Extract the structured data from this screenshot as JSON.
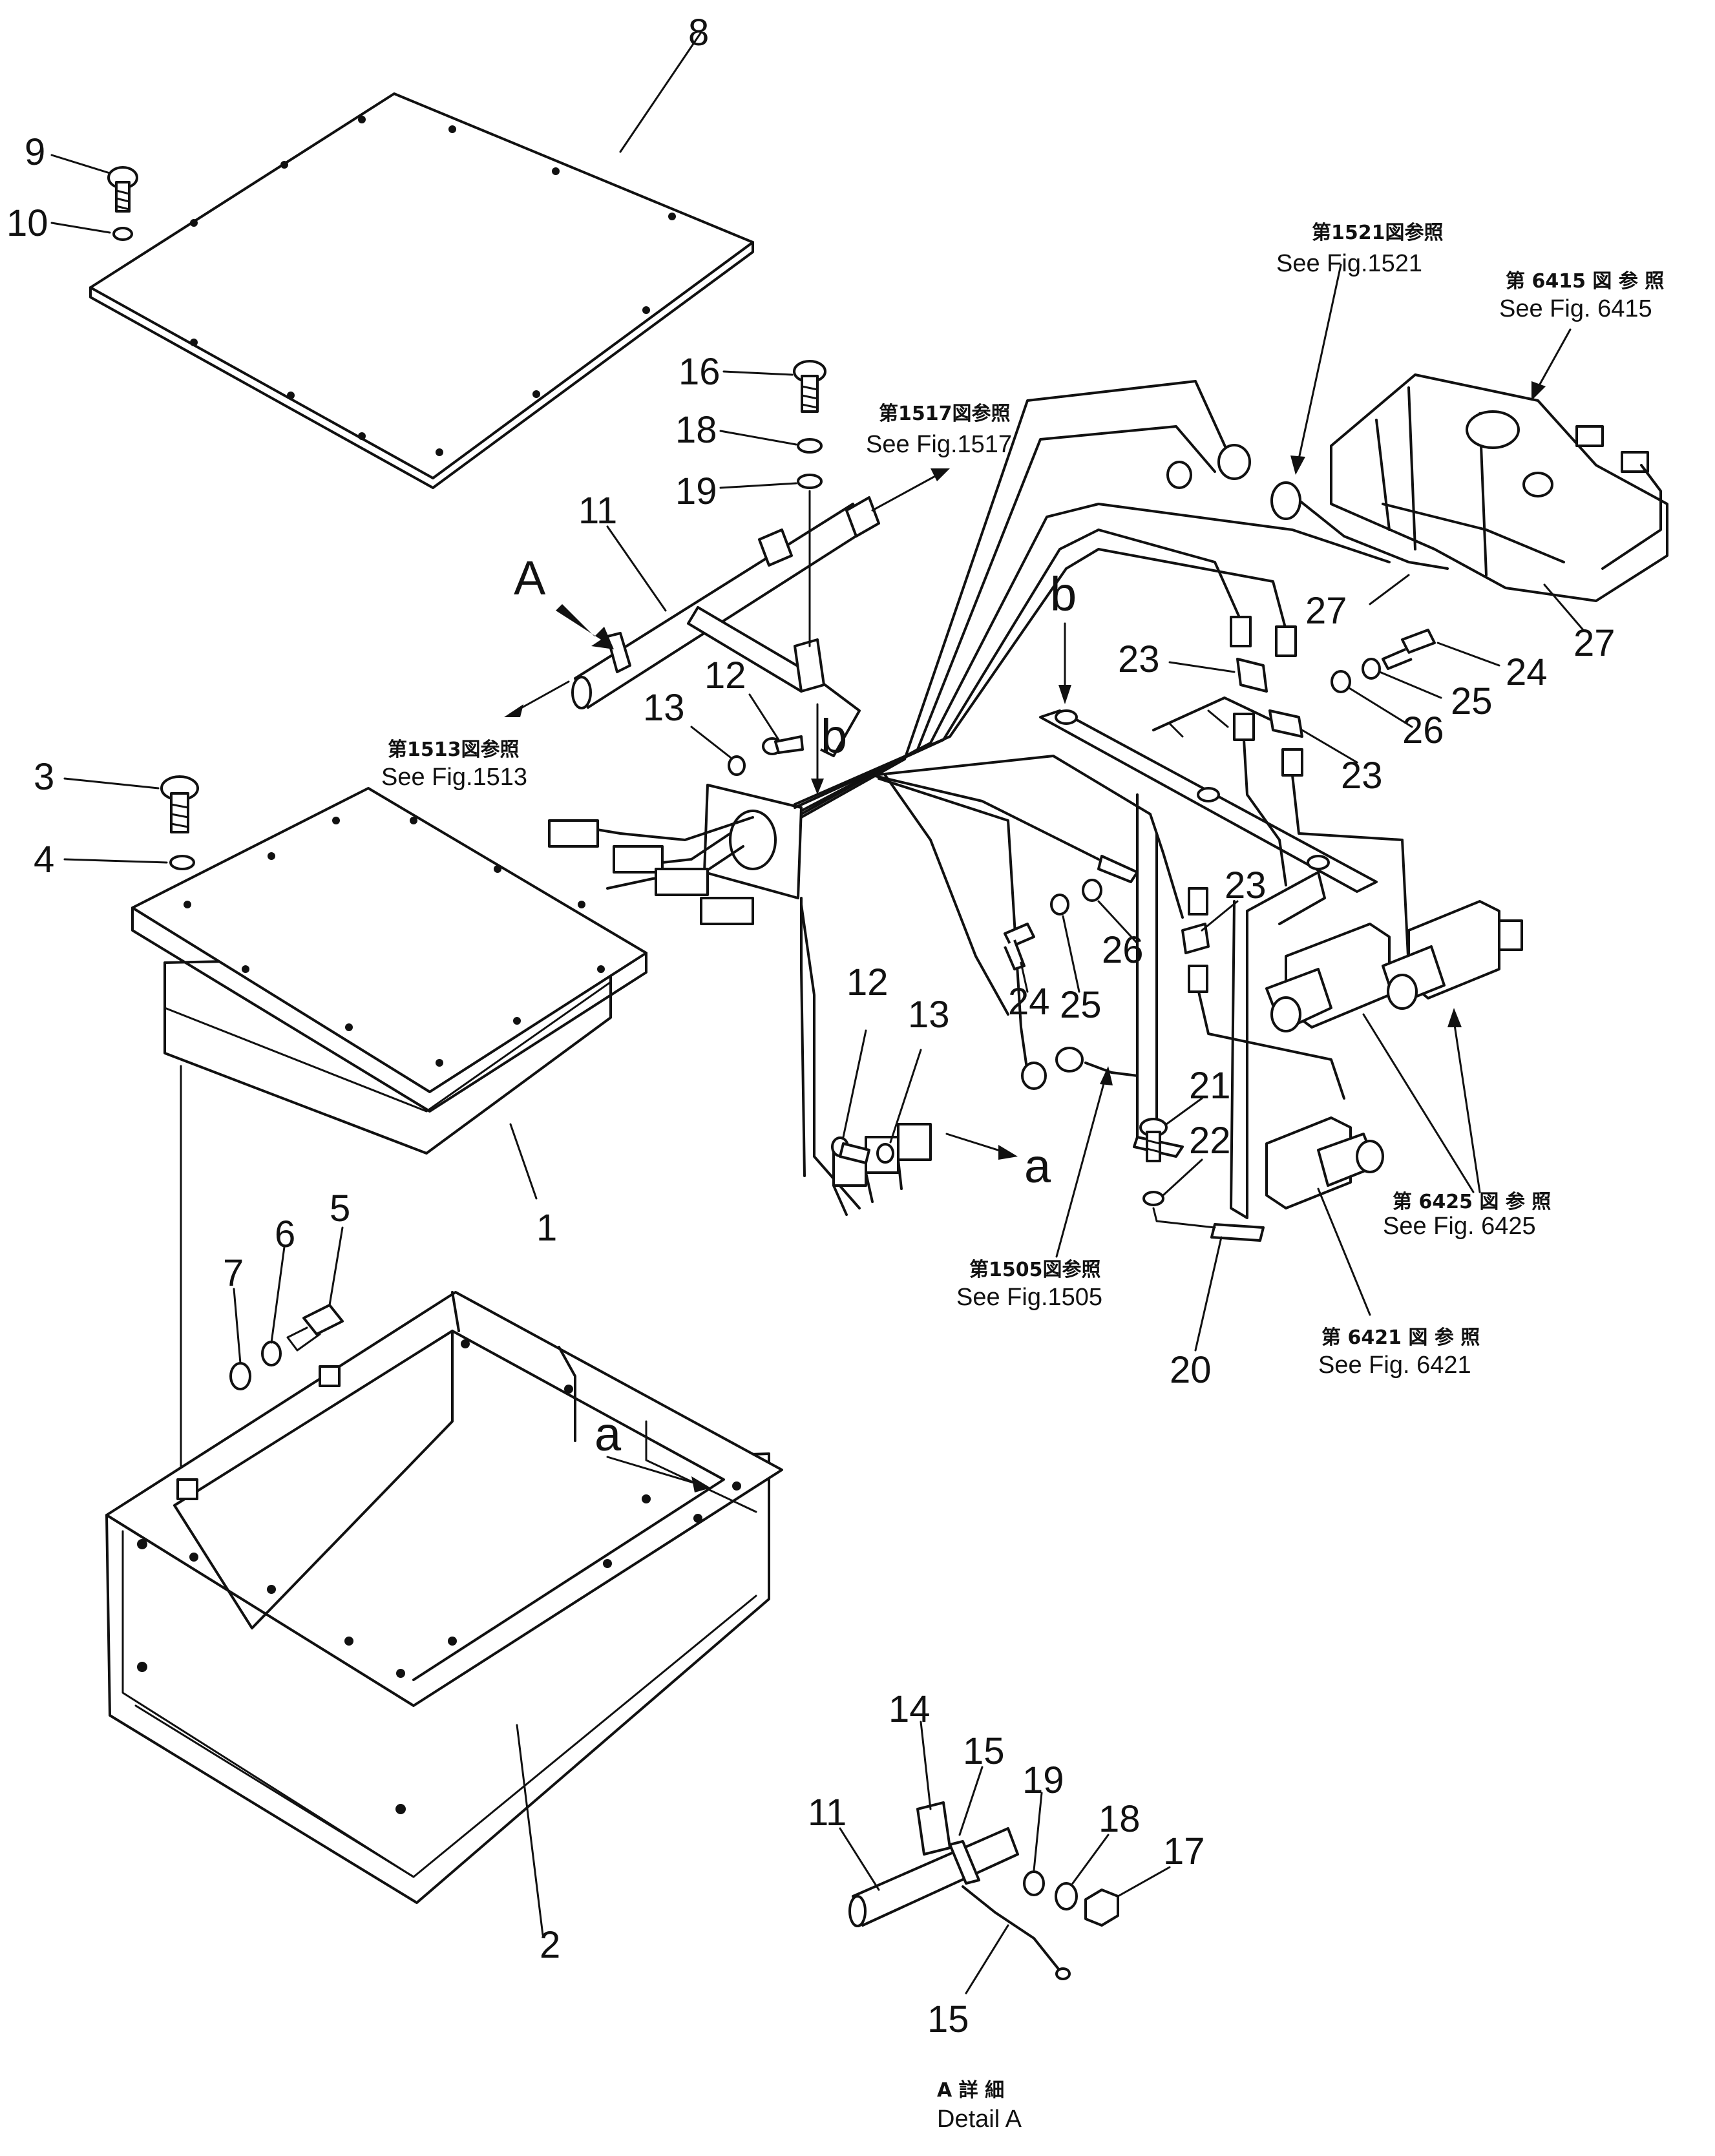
{
  "parts": {
    "p1": "1",
    "p2": "2",
    "p3": "3",
    "p4": "4",
    "p5": "5",
    "p6": "6",
    "p7": "7",
    "p8": "8",
    "p9": "9",
    "p10": "10",
    "p11a": "11",
    "p11b": "11",
    "p12a": "12",
    "p12b": "12",
    "p13a": "13",
    "p13b": "13",
    "p14": "14",
    "p15a": "15",
    "p15b": "15",
    "p16": "16",
    "p17": "17",
    "p18a": "18",
    "p18b": "18",
    "p19a": "19",
    "p19b": "19",
    "p20": "20",
    "p21": "21",
    "p22": "22",
    "p23a": "23",
    "p23b": "23",
    "p23c": "23",
    "p24a": "24",
    "p24b": "24",
    "p25a": "25",
    "p25b": "25",
    "p26a": "26",
    "p26b": "26",
    "p27a": "27",
    "p27b": "27"
  },
  "letters": {
    "A": "A",
    "b1": "b",
    "b2": "b",
    "a1": "a",
    "a2": "a"
  },
  "refs": {
    "r1521_jp": "第1521図参照",
    "r1521_en": "See Fig.1521",
    "r6415_jp": "第 6415 図 参 照",
    "r6415_en": "See Fig. 6415",
    "r1517_jp": "第1517図参照",
    "r1517_en": "See Fig.1517",
    "r1513_jp": "第1513図参照",
    "r1513_en": "See Fig.1513",
    "r6425_jp": "第 6425 図 参 照",
    "r6425_en": "See Fig. 6425",
    "r1505_jp": "第1505図参照",
    "r1505_en": "See Fig.1505",
    "r6421_jp": "第 6421 図 参 照",
    "r6421_en": "See Fig. 6421"
  },
  "detail": {
    "jp": "A 詳 細",
    "en": "Detail  A"
  }
}
